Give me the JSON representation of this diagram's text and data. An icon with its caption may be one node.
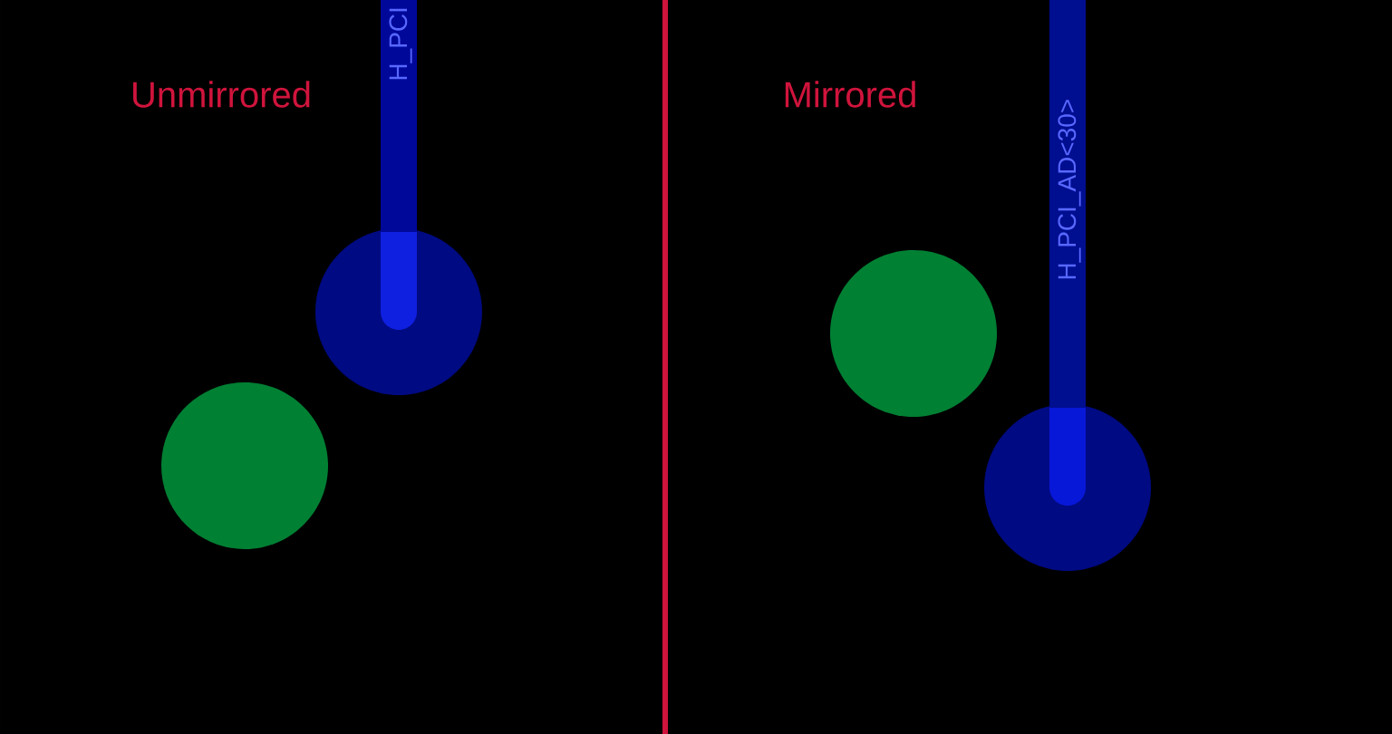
{
  "diagram": {
    "labels": [
      "Unmirrored",
      "Mirrored",
      "H_PCI",
      "H_PCI_AD<30>"
    ]
  }
}
